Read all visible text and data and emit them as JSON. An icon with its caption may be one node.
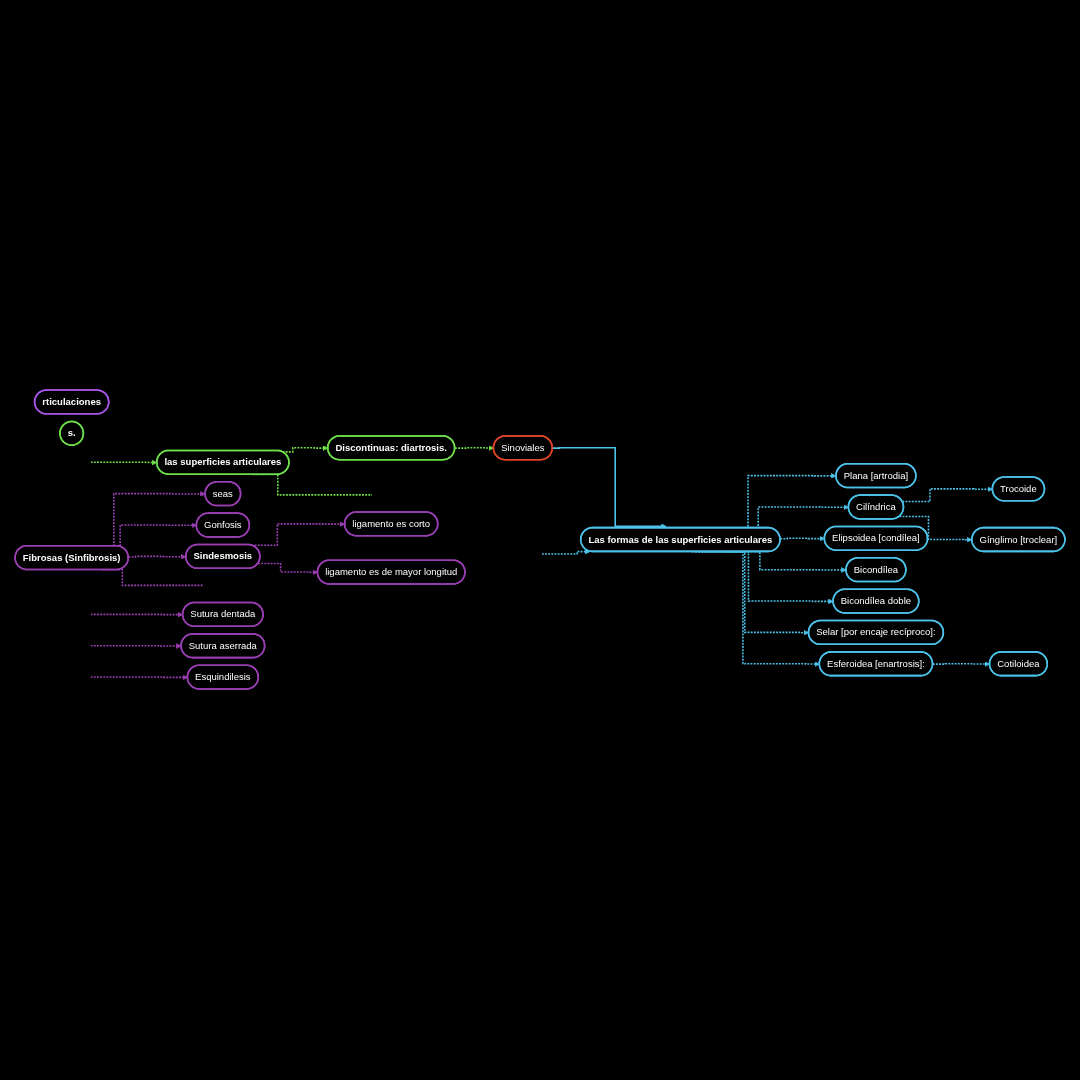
{
  "diagram": {
    "nodes": [
      {
        "text": [
          "rticulaciones"
        ]
      },
      {
        "text": [
          "las superficies articulares"
        ]
      },
      {
        "text": [
          "Las formas de las superficies articulares"
        ]
      },
      {
        "text": [
          "Discontinuas: diartrosis."
        ]
      },
      {
        "text": [
          "Sinoviales"
        ]
      },
      {
        "text": [
          "s."
        ]
      },
      {
        "text": [
          "Fibrosas (Sinfibrosis)"
        ]
      },
      {
        "text": [
          "seas"
        ]
      },
      {
        "text": [
          "Gonfosis"
        ]
      },
      {
        "text": [
          "Sindesmosis"
        ]
      },
      {
        "text": [
          "ligamento es corto"
        ]
      },
      {
        "text": [
          "ligamento es de mayor longitud"
        ]
      },
      {
        "text": [
          "Sutura dentada"
        ]
      },
      {
        "text": [
          "Sutura aserrada"
        ]
      },
      {
        "text": [
          "Esquindilesis"
        ]
      },
      {
        "text": [
          "Plana [artrodia]"
        ]
      },
      {
        "text": [
          "Cilíndrica"
        ]
      },
      {
        "text": [
          "Trocoide"
        ]
      },
      {
        "text": [
          "Gínglimo [troclear]"
        ]
      },
      {
        "text": [
          "Elipsoidea [condílea]"
        ]
      },
      {
        "text": [
          "Bicondílea"
        ]
      },
      {
        "text": [
          "Bicondílea doble"
        ]
      },
      {
        "text": [
          "Selar [por encaje recíproco]:"
        ]
      },
      {
        "text": [
          "Esferoidea [enartrosis]:"
        ]
      },
      {
        "text": [
          "Cotiloidea"
        ]
      }
    ],
    "edges": [
      {
        "from": null,
        "to": 1,
        "arrow": "to",
        "style": "dashed",
        "color": "#6ee04a"
      },
      {
        "from": null,
        "to": 2,
        "arrow": "to",
        "style": "dashed"
      },
      {
        "from": 1,
        "to": 3,
        "arrow": "to",
        "style": "dashed",
        "color": "#6ee04a"
      },
      {
        "from": 1,
        "to": null,
        "arrow": "none",
        "style": "dashed",
        "color": "#6ee04a"
      },
      {
        "from": 3,
        "to": 4,
        "arrow": "to",
        "style": "dashed",
        "color": "#6ee04a"
      },
      {
        "from": 4,
        "to": 2,
        "arrow": "to"
      },
      {
        "from": 6,
        "to": 7,
        "arrow": "to",
        "style": "dashed",
        "color": "#9b3fb5"
      },
      {
        "from": 6,
        "to": 8,
        "arrow": "to",
        "style": "dashed",
        "color": "#9b3fb5"
      },
      {
        "from": 6,
        "to": 9,
        "arrow": "to",
        "style": "dashed",
        "color": "#9b3fb5"
      },
      {
        "from": 6,
        "to": null,
        "arrow": "none",
        "style": "dashed",
        "color": "#9b3fb5"
      },
      {
        "from": 9,
        "to": 10,
        "arrow": "to",
        "style": "dashed",
        "color": "#9b3fb5"
      },
      {
        "from": 9,
        "to": 11,
        "arrow": "to",
        "style": "dashed",
        "color": "#9b3fb5"
      },
      {
        "from": null,
        "to": 12,
        "arrow": "to",
        "style": "dashed",
        "color": "#9b3fb5"
      },
      {
        "from": null,
        "to": 13,
        "arrow": "to",
        "style": "dashed",
        "color": "#9b3fb5"
      },
      {
        "from": null,
        "to": 14,
        "arrow": "to",
        "style": "dashed",
        "color": "#9b3fb5"
      },
      {
        "from": 2,
        "to": 15,
        "arrow": "to",
        "style": "dashed"
      },
      {
        "from": 2,
        "to": 16,
        "arrow": "to",
        "style": "dashed"
      },
      {
        "from": 16,
        "to": 17,
        "arrow": "to",
        "style": "dashed"
      },
      {
        "from": 16,
        "to": 18,
        "arrow": "to",
        "style": "dashed"
      },
      {
        "from": 2,
        "to": 19,
        "arrow": "to",
        "style": "dashed"
      },
      {
        "from": 2,
        "to": 20,
        "arrow": "to",
        "style": "dashed"
      },
      {
        "from": 2,
        "to": 21,
        "arrow": "to",
        "style": "dashed"
      },
      {
        "from": 2,
        "to": 22,
        "arrow": "to",
        "style": "dashed"
      },
      {
        "from": 2,
        "to": 23,
        "arrow": "to",
        "style": "dashed"
      },
      {
        "from": 23,
        "to": 24,
        "arrow": "to",
        "style": "dashed"
      }
    ]
  }
}
